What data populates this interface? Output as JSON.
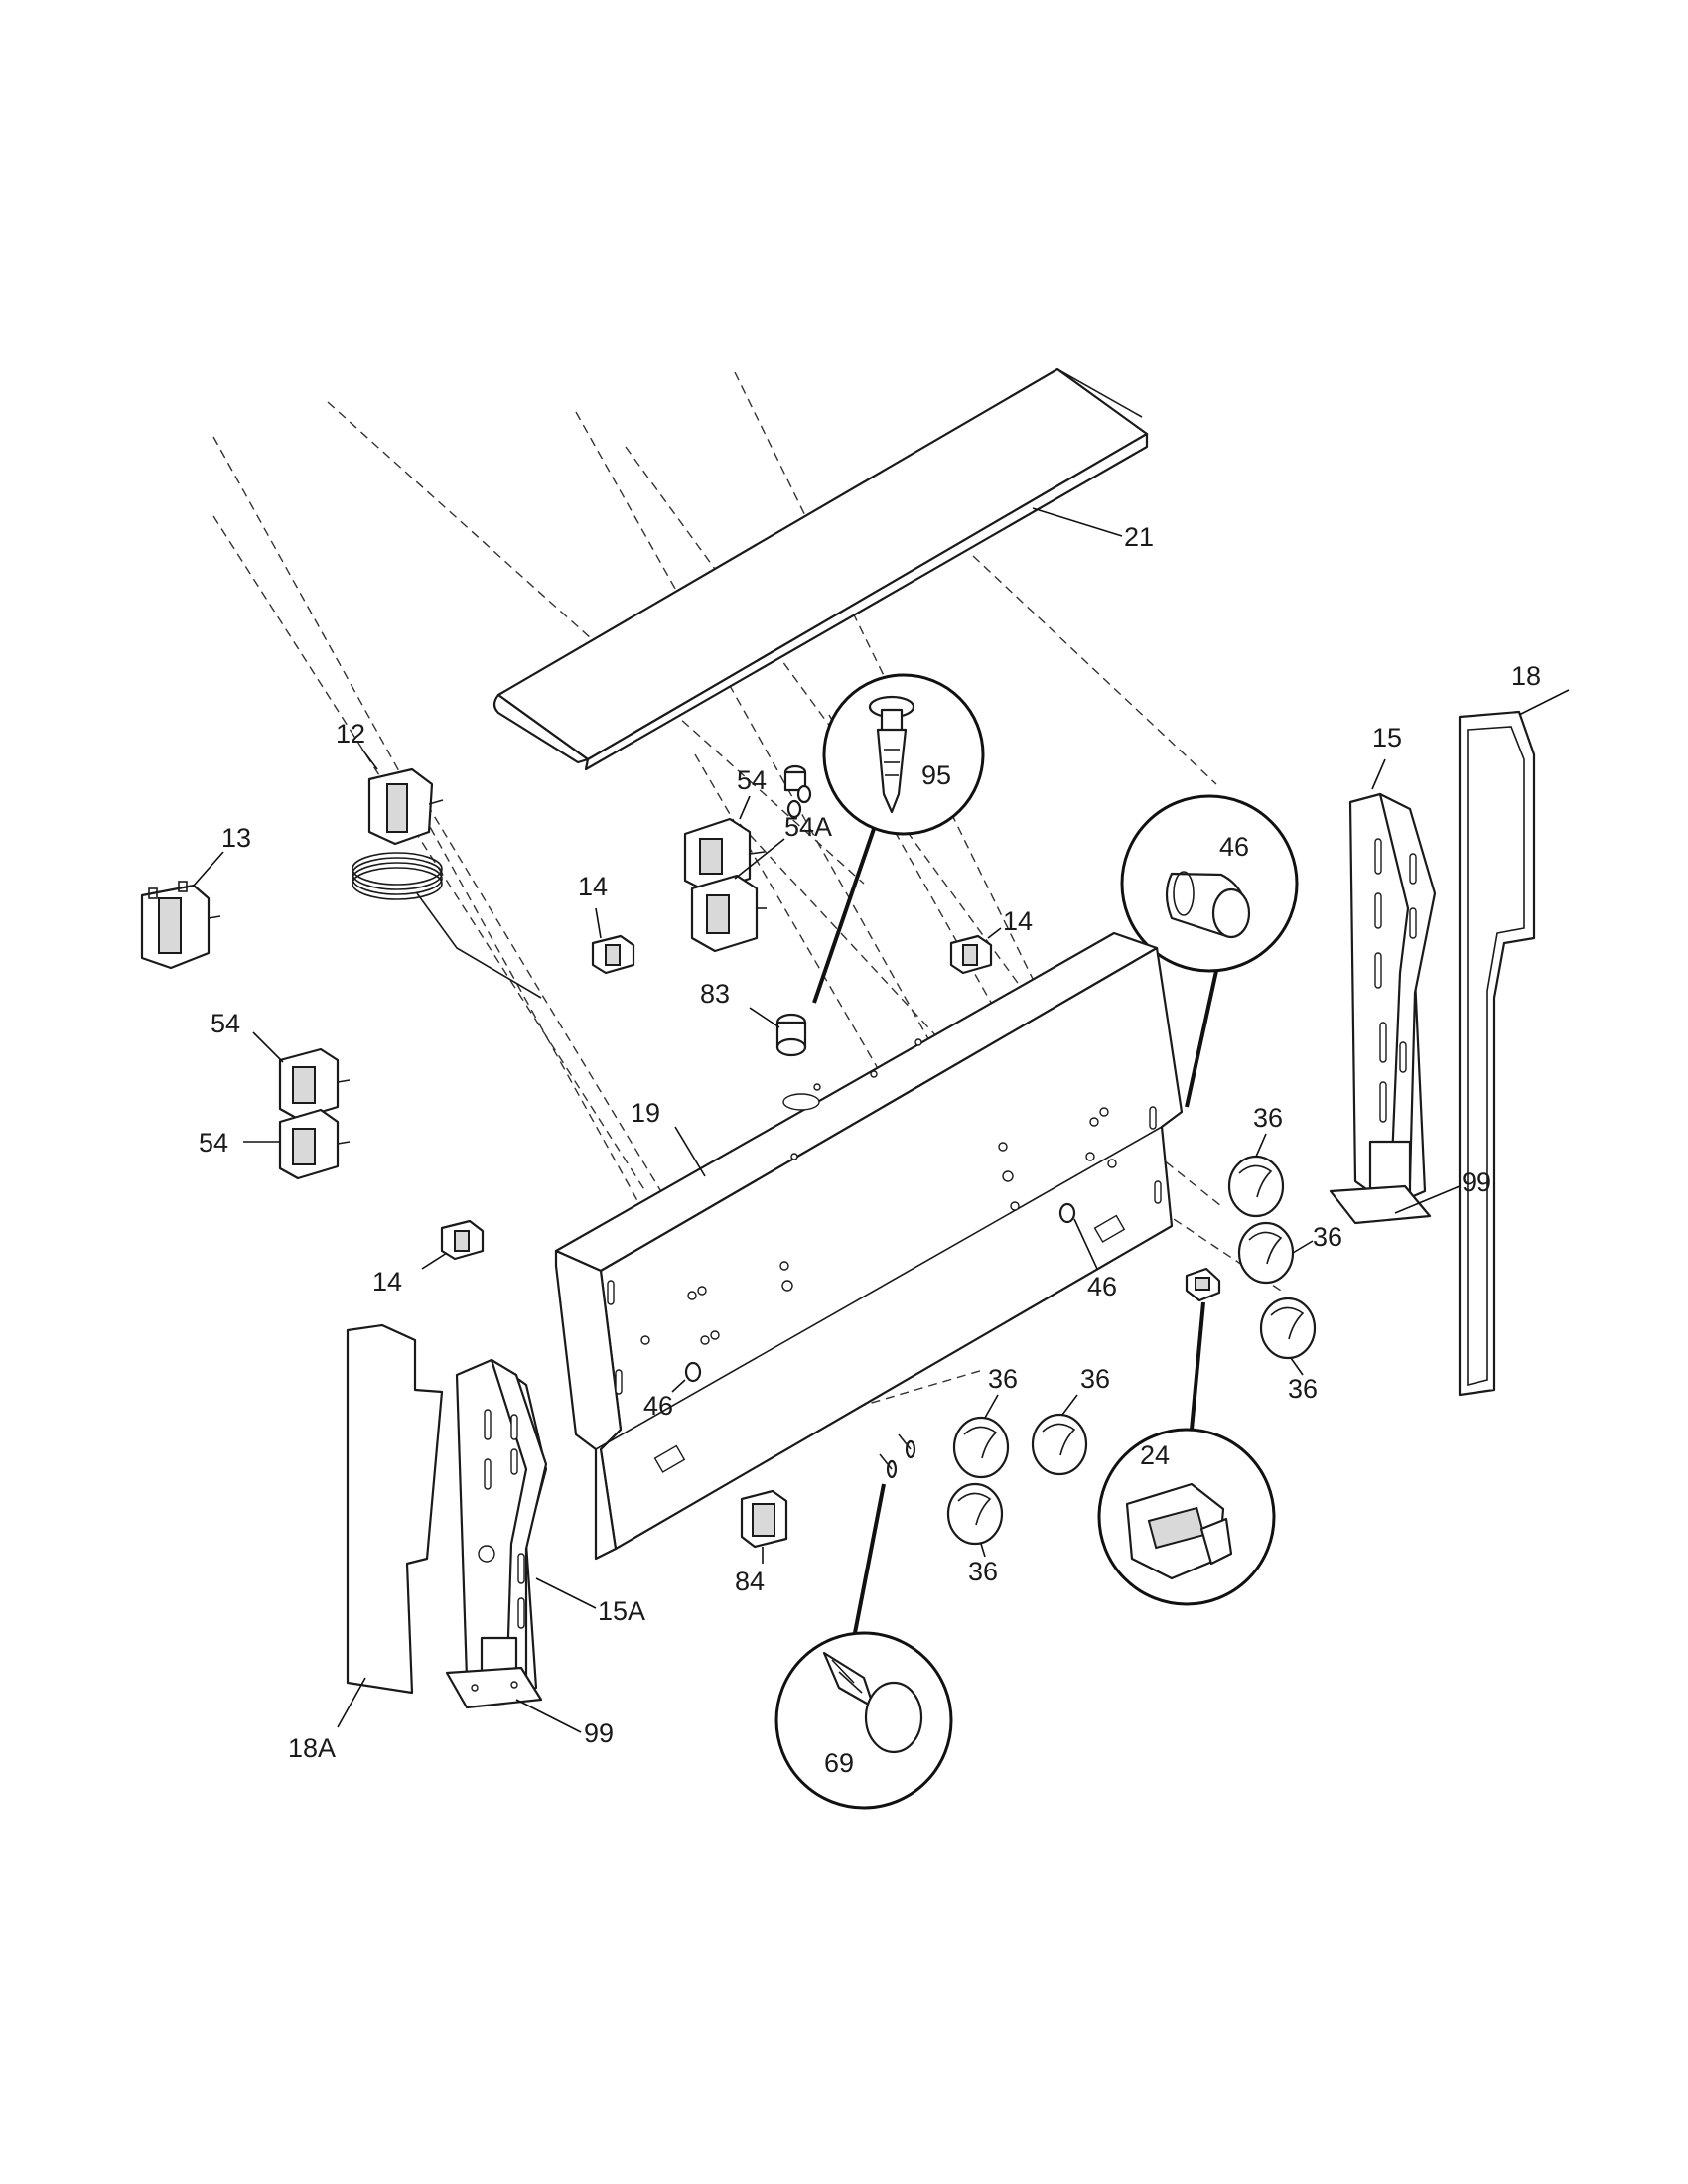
{
  "labels": {
    "l21": "21",
    "l18": "18",
    "l15": "15",
    "l12": "12",
    "l13": "13",
    "l95": "95",
    "l46c": "46",
    "l54a": "54",
    "l54A": "54A",
    "l14a": "14",
    "l14b": "14",
    "l14c": "14",
    "l54b": "54",
    "l54c": "54",
    "l83": "83",
    "l19": "19",
    "l36a": "36",
    "l36b": "36",
    "l99a": "99",
    "l46a": "46",
    "l36c": "36",
    "l36d": "36",
    "l36e": "36",
    "l46b": "46",
    "l24": "24",
    "l84": "84",
    "l36f": "36",
    "l15A": "15A",
    "l69": "69",
    "l99b": "99",
    "l18A": "18A"
  }
}
